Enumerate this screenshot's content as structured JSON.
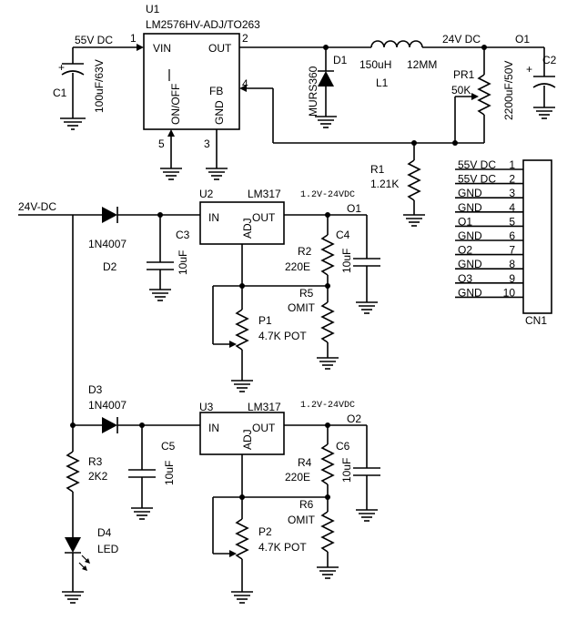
{
  "u1": {
    "ref": "U1",
    "part": "LM2576HV-ADJ/TO263",
    "vin": "VIN",
    "out": "OUT",
    "fb": "FB",
    "onoff": "ON/OFF",
    "gnd": "GND",
    "p1": "1",
    "p2": "2",
    "p3": "3",
    "p4": "4",
    "p5": "5"
  },
  "net_55v": "55V DC",
  "c1": {
    "ref": "C1",
    "val": "100uF/63V",
    "plus": "+"
  },
  "d1": {
    "ref": "D1",
    "val": "MURS360"
  },
  "l1": {
    "ref": "L1",
    "val": "150uH",
    "size": "12MM"
  },
  "net_24v": "24V DC",
  "o1_top": "O1",
  "c2": {
    "ref": "C2",
    "val": "2200uF/50V",
    "plus": "+"
  },
  "pr1": {
    "ref": "PR1",
    "val": "50K"
  },
  "r1": {
    "ref": "R1",
    "val": "1.21K"
  },
  "cn1": {
    "ref": "CN1",
    "pins": [
      {
        "label": "55V DC",
        "num": "1"
      },
      {
        "label": "55V DC",
        "num": "2"
      },
      {
        "label": "GND",
        "num": "3"
      },
      {
        "label": "GND",
        "num": "4"
      },
      {
        "label": "O1",
        "num": "5"
      },
      {
        "label": "GND",
        "num": "6"
      },
      {
        "label": "O2",
        "num": "7"
      },
      {
        "label": "GND",
        "num": "8"
      },
      {
        "label": "O3",
        "num": "9"
      },
      {
        "label": "GND",
        "num": "10"
      }
    ]
  },
  "net_24vdc": "24V-DC",
  "d2": {
    "ref": "D2",
    "val": "1N4007"
  },
  "c3": {
    "ref": "C3",
    "val": "10uF"
  },
  "u2": {
    "ref": "U2",
    "part": "LM317",
    "in": "IN",
    "adj": "ADJ",
    "out": "OUT",
    "range": "1.2V-24VDC",
    "outnet": "O1"
  },
  "r2": {
    "ref": "R2",
    "val": "220E"
  },
  "c4": {
    "ref": "C4",
    "val": "10uF"
  },
  "r5": {
    "ref": "R5",
    "val": "OMIT"
  },
  "p1": {
    "ref": "P1",
    "val": "4.7K POT"
  },
  "d3": {
    "ref": "D3",
    "val": "1N4007"
  },
  "c5": {
    "ref": "C5",
    "val": "10uF"
  },
  "u3": {
    "ref": "U3",
    "part": "LM317",
    "in": "IN",
    "adj": "ADJ",
    "out": "OUT",
    "range": "1.2V-24VDC",
    "outnet": "O2"
  },
  "r4": {
    "ref": "R4",
    "val": "220E"
  },
  "c6": {
    "ref": "C6",
    "val": "10uF"
  },
  "r6": {
    "ref": "R6",
    "val": "OMIT"
  },
  "p2": {
    "ref": "P2",
    "val": "4.7K POT"
  },
  "r3": {
    "ref": "R3",
    "val": "2K2"
  },
  "d4": {
    "ref": "D4",
    "val": "LED"
  }
}
